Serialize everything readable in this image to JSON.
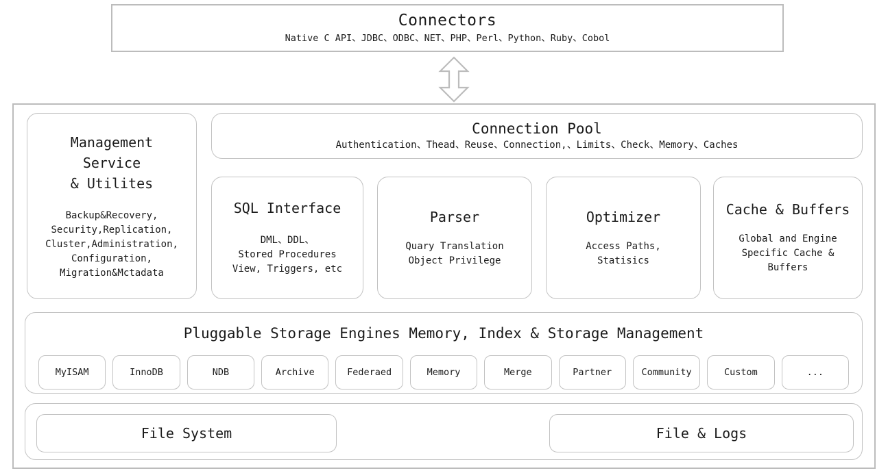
{
  "colors": {
    "border": "#c2c2c2",
    "outer_border": "#bcbcbc",
    "background": "#ffffff",
    "text": "#1a1a1a"
  },
  "connectors": {
    "title": "Connectors",
    "subtitle": "Native C API、JDBC、ODBC、NET、PHP、Perl、Python、Ruby、Cobol"
  },
  "flow_arrow": {
    "icon": "double-headed-vertical-arrow-icon"
  },
  "management": {
    "title_line1": "Management",
    "title_line2": "Service",
    "title_line3": "& Utilites",
    "details": [
      "Backup&Recovery,",
      "Security,Replication,",
      "Cluster,Administration,",
      "Configuration,",
      "Migration&Mctadata"
    ]
  },
  "connection_pool": {
    "title": "Connection Pool",
    "subtitle": "Authentication、Thead、Reuse、Connection,、Limits、Check、Memory、Caches"
  },
  "middle_boxes": [
    {
      "name": "sql-interface",
      "title": "SQL Interface",
      "details": [
        "DML、DDL、",
        "Stored Procedures",
        "View, Triggers, etc"
      ]
    },
    {
      "name": "parser",
      "title": "Parser",
      "details": [
        "Quary Translation",
        "Object Privilege"
      ]
    },
    {
      "name": "optimizer",
      "title": "Optimizer",
      "details": [
        "Access Paths,",
        "Statisics"
      ]
    },
    {
      "name": "cache-buffers",
      "title": "Cache & Buffers",
      "details": [
        "Global and Engine",
        "Specific Cache &",
        "Buffers"
      ]
    }
  ],
  "storage": {
    "title": "Pluggable Storage Engines Memory, Index & Storage Management",
    "engines": [
      "MyISAM",
      "InnoDB",
      "NDB",
      "Archive",
      "Federaed",
      "Memory",
      "Merge",
      "Partner",
      "Community",
      "Custom",
      "..."
    ]
  },
  "filesystem": {
    "file_system_label": "File System",
    "file_logs_label": "File & Logs"
  }
}
